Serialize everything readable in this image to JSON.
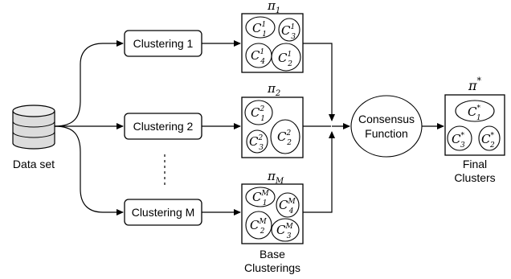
{
  "dataset_label": "Data set",
  "clusterings": [
    "Clustering 1",
    "Clustering 2",
    "Clustering M"
  ],
  "partition_labels": {
    "p1": {
      "base": "π",
      "sub": "1"
    },
    "p2": {
      "base": "π",
      "sub": "2"
    },
    "pM": {
      "base": "π",
      "sub": "M"
    },
    "final": {
      "base": "π",
      "sup": "*"
    }
  },
  "clusters": {
    "p1": [
      {
        "base": "C",
        "sup": "1",
        "sub": "1"
      },
      {
        "base": "C",
        "sup": "1",
        "sub": "3"
      },
      {
        "base": "C",
        "sup": "1",
        "sub": "4"
      },
      {
        "base": "C",
        "sup": "1",
        "sub": "2"
      }
    ],
    "p2": [
      {
        "base": "C",
        "sup": "2",
        "sub": "1"
      },
      {
        "base": "C",
        "sup": "2",
        "sub": "3"
      },
      {
        "base": "C",
        "sup": "2",
        "sub": "2"
      }
    ],
    "pM": [
      {
        "base": "C",
        "sup": "M",
        "sub": "1"
      },
      {
        "base": "C",
        "sup": "M",
        "sub": "4"
      },
      {
        "base": "C",
        "sup": "M",
        "sub": "2"
      },
      {
        "base": "C",
        "sup": "M",
        "sub": "3"
      }
    ],
    "final": [
      {
        "base": "C",
        "sup": "*",
        "sub": "1"
      },
      {
        "base": "C",
        "sup": "*",
        "sub": "3"
      },
      {
        "base": "C",
        "sup": "*",
        "sub": "2"
      }
    ]
  },
  "consensus_label": [
    "Consensus",
    "Function"
  ],
  "base_label": [
    "Base",
    "Clusterings"
  ],
  "final_label": [
    "Final",
    "Clusters"
  ]
}
